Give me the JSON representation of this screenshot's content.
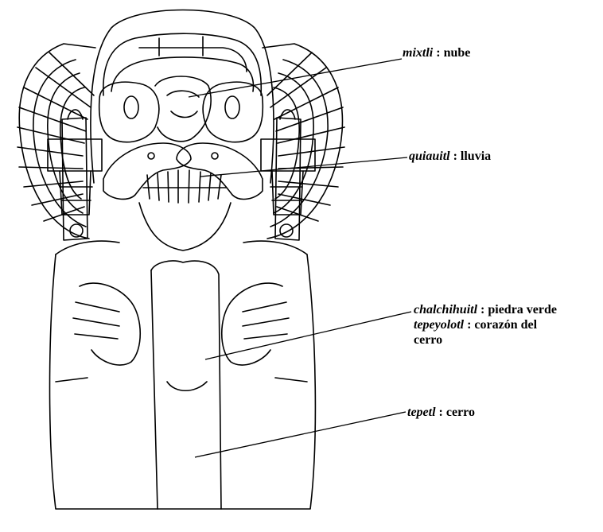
{
  "labels": {
    "mixtli": {
      "term": "mixtli",
      "sep": " : ",
      "meaning": "nube"
    },
    "quiauitl": {
      "term": "quiauitl",
      "sep": " : ",
      "meaning": "lluvia"
    },
    "chalchihuitl": {
      "term": "chalchihuitl",
      "sep": " : ",
      "meaning": "piedra verde"
    },
    "tepeyolotl": {
      "term": "tepeyolotl",
      "sep": " : ",
      "meaning": "corazón del",
      "continuation": "cerro"
    },
    "tepetl": {
      "term": "tepetl",
      "sep": " : ",
      "meaning": "cerro"
    }
  },
  "colors": {
    "ink": "#000000",
    "paper": "#ffffff"
  }
}
